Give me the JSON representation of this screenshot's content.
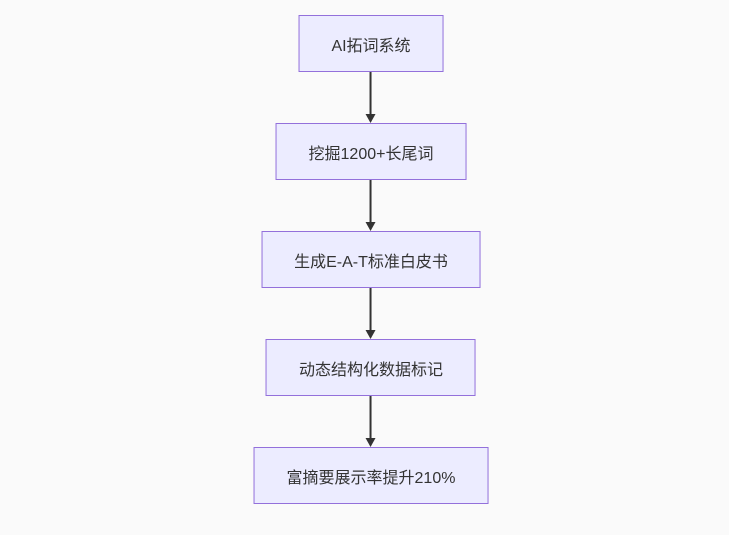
{
  "canvas": {
    "background_color": "#fafafa"
  },
  "diagram": {
    "type": "flowchart",
    "direction": "top-down",
    "node_fill_color": "#ECECFF",
    "node_border_color": "#9370DB",
    "node_text_color": "#333333",
    "arrow_color": "#333333",
    "steps": [
      {
        "label": "AI拓词系统"
      },
      {
        "label": "挖掘1200+长尾词"
      },
      {
        "label": "生成E-A-T标准白皮书"
      },
      {
        "label": "动态结构化数据标记"
      },
      {
        "label": "富摘要展示率提升210%"
      }
    ]
  }
}
